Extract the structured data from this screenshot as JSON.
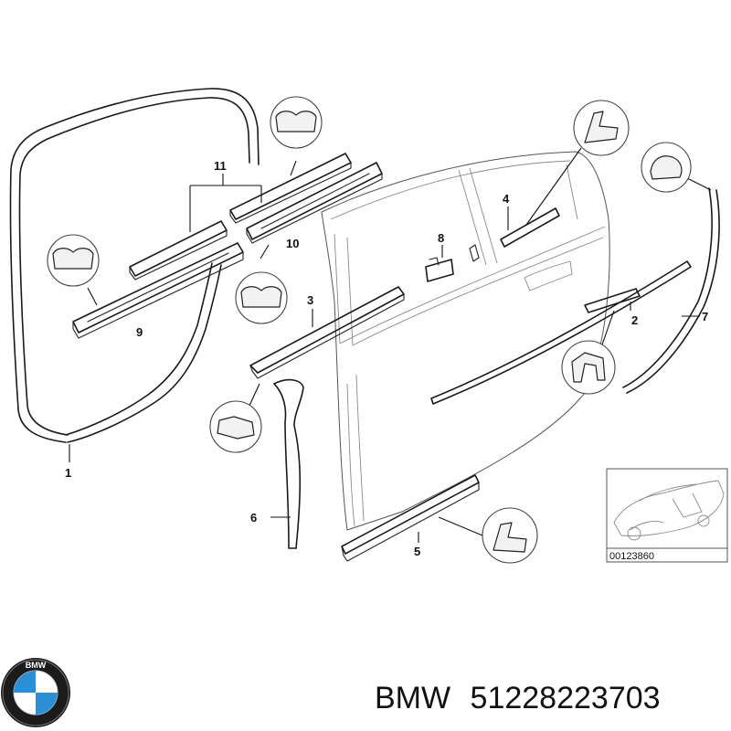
{
  "diagram": {
    "callouts": [
      "1",
      "2",
      "3",
      "4",
      "5",
      "6",
      "7",
      "8",
      "9",
      "10",
      "11"
    ],
    "thumbnail_code": "00123860"
  },
  "footer": {
    "brand": "BMW",
    "part_number": "51228223703"
  },
  "logo": {
    "letters": "BMW"
  },
  "colors": {
    "line": "#1a1a1a",
    "logo_blue": "#2b8fd6",
    "logo_ring": "#1b1b1b"
  }
}
